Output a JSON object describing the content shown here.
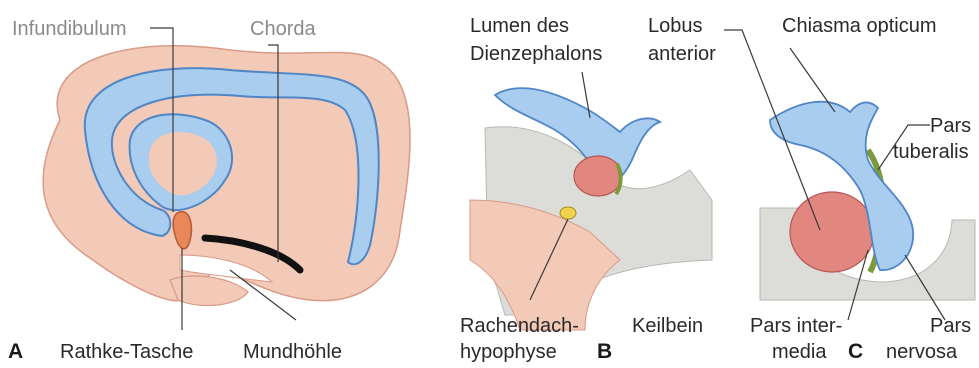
{
  "panels": {
    "a": {
      "letter": "A",
      "labels": {
        "infundibulum": "Infundibulum",
        "chorda": "Chorda",
        "rathke": "Rathke-Tasche",
        "mundhoehle": "Mundhöhle"
      }
    },
    "b": {
      "letter": "B",
      "labels": {
        "lumen_line1": "Lumen des",
        "lumen_line2": "Dienzephalons",
        "rachendach_line1": "Rachendach-",
        "rachendach_line2": "hypophyse",
        "keilbein": "Keilbein"
      }
    },
    "c": {
      "letter": "C",
      "labels": {
        "lobus_line1": "Lobus",
        "lobus_line2": "anterior",
        "chiasma": "Chiasma opticum",
        "pars_tub_line1": "Pars",
        "pars_tub_line2": "tuberalis",
        "pars_inter_line1": "Pars inter-",
        "pars_inter_line2": "media",
        "pars_nerv_line1": "Pars",
        "pars_nerv_line2": "nervosa"
      }
    }
  },
  "colors": {
    "skin": "#f3c9b8",
    "skin_line": "#d99a86",
    "neural_blue": "#a9cdef",
    "blue_line": "#4f86c6",
    "anterior_lobe": "#e2877f",
    "pars_intermedia_green": "#7a9a3c",
    "bone_grey": "#dcdcd8",
    "rathke_orange": "#e8875a",
    "yellow": "#f1d24a"
  }
}
